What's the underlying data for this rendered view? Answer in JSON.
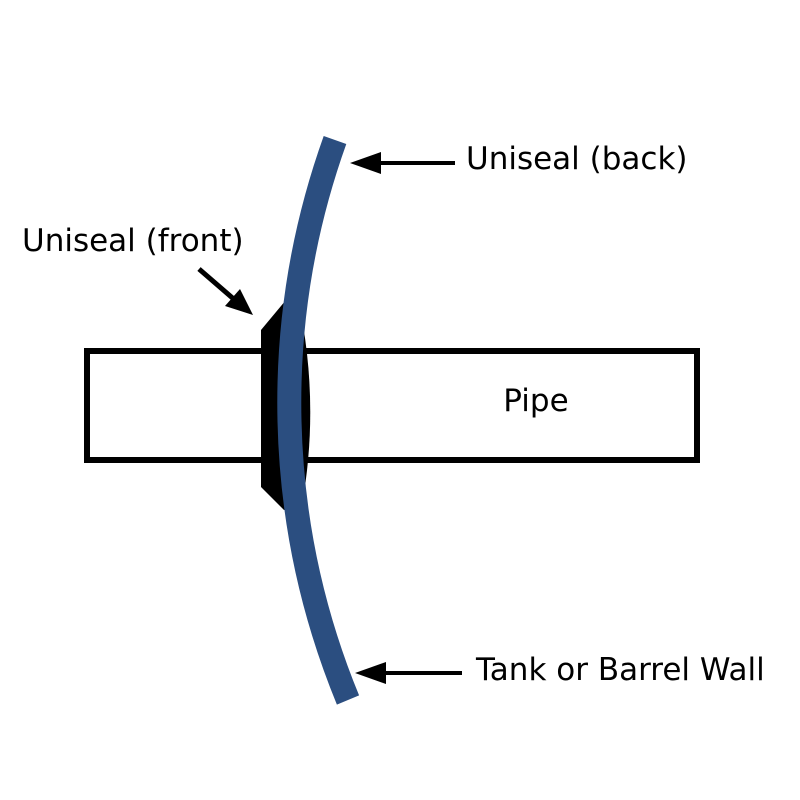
{
  "diagram": {
    "labels": {
      "uniseal_back": "Uniseal (back)",
      "uniseal_front": "Uniseal (front)",
      "pipe": "Pipe",
      "tank_wall": "Tank or Barrel Wall"
    },
    "colors": {
      "wall_blue": "#2B4E80",
      "seal_black": "#000000",
      "pipe_outline": "#000000",
      "pipe_fill": "#FFFFFF",
      "arrow_black": "#000000",
      "text": "#000000",
      "background": "#FFFFFF"
    },
    "icons": {
      "back_pointer": "left-arrow-icon",
      "front_pointer": "down-right-arrow-icon",
      "wall_pointer": "left-arrow-icon"
    }
  }
}
